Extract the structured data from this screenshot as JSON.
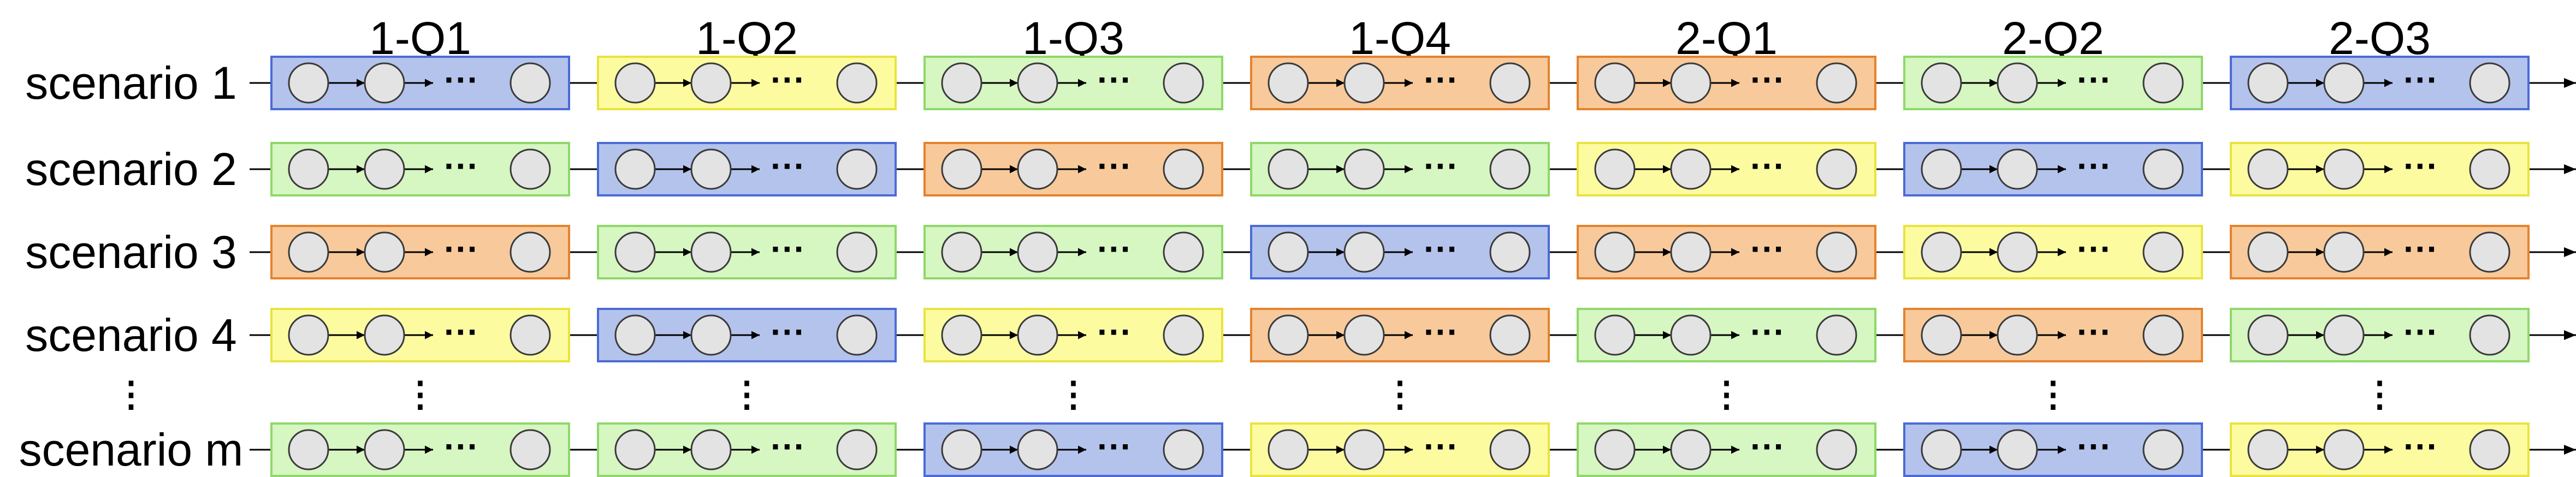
{
  "headers": [
    "1-Q1",
    "1-Q2",
    "1-Q3",
    "1-Q4",
    "2-Q1",
    "2-Q2",
    "2-Q3"
  ],
  "ellipsis": "···",
  "vertical_ellipsis": "⋮",
  "palette": {
    "blue": {
      "fill": "#b4c3ec",
      "stroke": "#4a6bd6"
    },
    "yellow": {
      "fill": "#fdfba0",
      "stroke": "#e9e340"
    },
    "green": {
      "fill": "#d6f6c2",
      "stroke": "#8fd86a"
    },
    "orange": {
      "fill": "#f8c99a",
      "stroke": "#e4832e"
    },
    "node_fill": "#e3e3e3",
    "node_stroke": "#3a3a3a"
  },
  "rows": [
    {
      "label": "scenario 1",
      "blocks": [
        "blue",
        "yellow",
        "green",
        "orange",
        "orange",
        "green",
        "blue"
      ]
    },
    {
      "label": "scenario 2",
      "blocks": [
        "green",
        "blue",
        "orange",
        "green",
        "yellow",
        "blue",
        "yellow"
      ]
    },
    {
      "label": "scenario 3",
      "blocks": [
        "orange",
        "green",
        "green",
        "blue",
        "orange",
        "yellow",
        "orange"
      ]
    },
    {
      "label": "scenario 4",
      "blocks": [
        "yellow",
        "blue",
        "yellow",
        "orange",
        "green",
        "orange",
        "green"
      ]
    },
    {
      "label": "scenario m",
      "blocks": [
        "green",
        "green",
        "blue",
        "yellow",
        "green",
        "blue",
        "yellow"
      ]
    }
  ]
}
